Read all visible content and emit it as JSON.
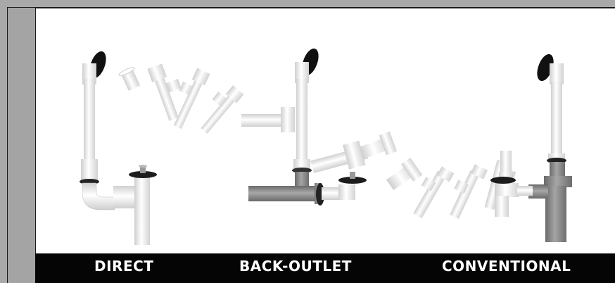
{
  "labels": {
    "direct": "DIRECT",
    "back_outlet": "BACK-OUTLET",
    "conventional": "CONVENTIONAL"
  },
  "colors": {
    "frame": "#a9a9a9",
    "panel": "#ffffff",
    "label_bar": "#050505",
    "label_text": "#ffffff",
    "pipe_white": "#eeeeee",
    "pipe_gray": "#8a8a8a",
    "overflow_cap": "#111111"
  }
}
